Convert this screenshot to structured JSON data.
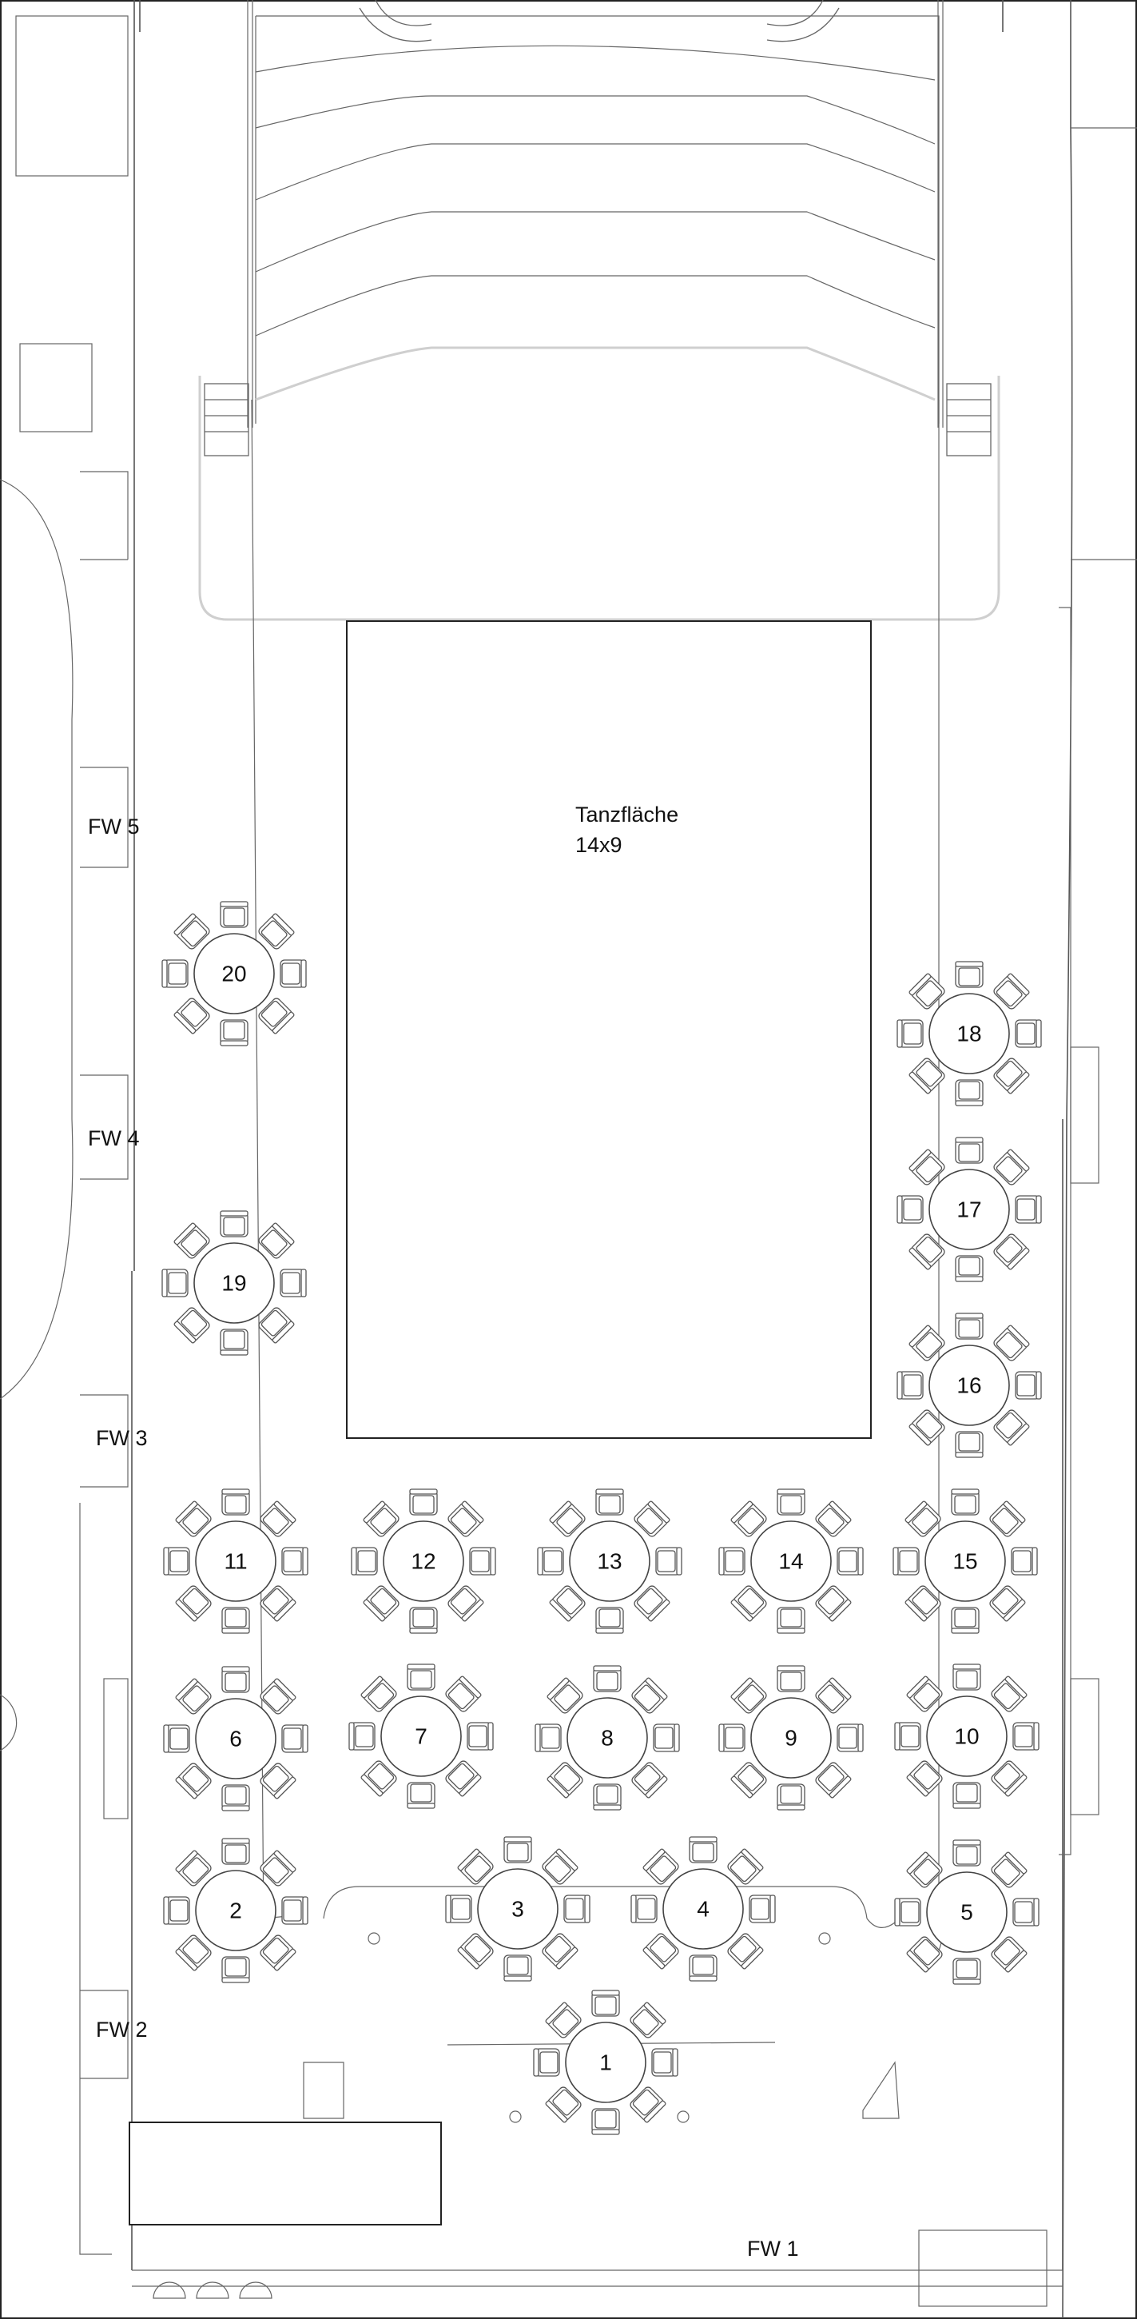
{
  "plan": {
    "dance_floor": {
      "label": "Tanzfläche",
      "size": "14x9"
    },
    "emergency_exits": [
      "FW 1",
      "FW 2",
      "FW 3",
      "FW 4",
      "FW 5"
    ],
    "tables": [
      "1",
      "2",
      "3",
      "4",
      "5",
      "6",
      "7",
      "8",
      "9",
      "10",
      "11",
      "12",
      "13",
      "14",
      "15",
      "16",
      "17",
      "18",
      "19",
      "20"
    ],
    "seats_per_table": 8
  }
}
